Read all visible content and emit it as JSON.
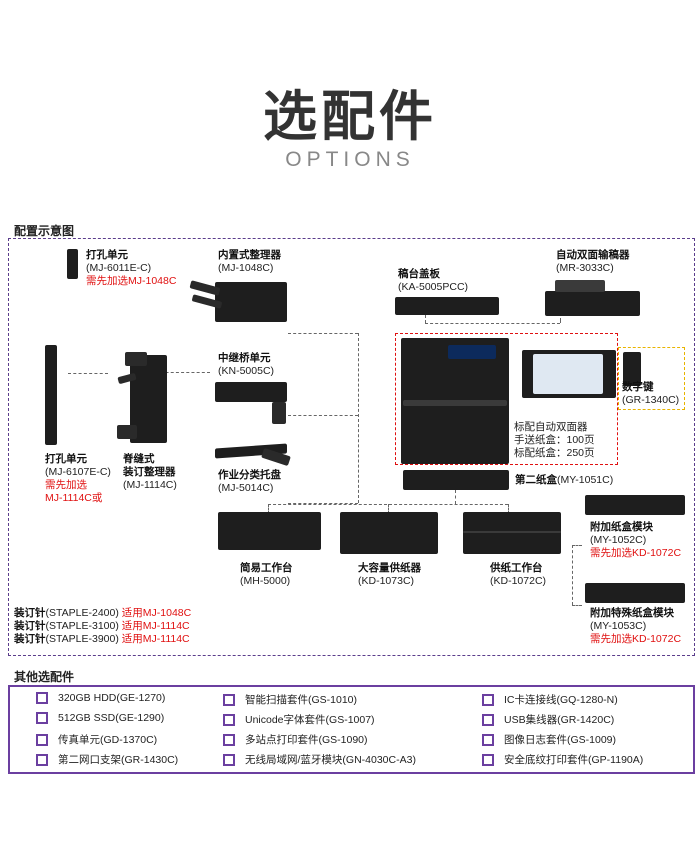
{
  "header": {
    "title": "选配件",
    "subtitle": "OPTIONS"
  },
  "diagram": {
    "heading": "配置示意图",
    "items": {
      "punch_small": {
        "name": "打孔单元",
        "code": "(MJ-6011E-C)",
        "note": "需先加选MJ-1048C"
      },
      "inner_finisher": {
        "name": "内置式整理器",
        "code": "(MJ-1048C)"
      },
      "platen_cover": {
        "name": "稿台盖板",
        "code": "(KA-5005PCC)"
      },
      "adf": {
        "name": "自动双面输稿器",
        "code": "(MR-3033C)"
      },
      "bridge": {
        "name": "中继桥单元",
        "code": "(KN-5005C)"
      },
      "keypad": {
        "name": "数字键",
        "code": "(GR-1340C)"
      },
      "standard": {
        "line1": "标配自动双面器",
        "line2": "手送纸盒：100页",
        "line3": "标配纸盒：250页"
      },
      "second_drawer": {
        "name": "第二纸盒",
        "code": "(MY-1051C)"
      },
      "punch_large": {
        "name": "打孔单元",
        "code": "(MJ-6107E-C)",
        "note1": "需先加选",
        "note2": "MJ-1114C或"
      },
      "saddle_finisher": {
        "name1": "脊缝式",
        "name2": "装订整理器",
        "code": "(MJ-1114C)"
      },
      "job_tray": {
        "name": "作业分类托盘",
        "code": "(MJ-5014C)"
      },
      "simple_stand": {
        "name": "简易工作台",
        "code": "(MH-5000)"
      },
      "lcf": {
        "name": "大容量供纸器",
        "code": "(KD-1073C)"
      },
      "feed_stand": {
        "name": "供纸工作台",
        "code": "(KD-1072C)"
      },
      "extra_drawer": {
        "name": "附加纸盒模块",
        "code": "(MY-1052C)",
        "note": "需先加选KD-1072C"
      },
      "special_drawer": {
        "name": "附加特殊纸盒模块",
        "code": "(MY-1053C)",
        "note": "需先加选KD-1072C"
      }
    },
    "staples": [
      {
        "name": "装订针",
        "code": "(STAPLE-2400)",
        "note": "适用MJ-1048C"
      },
      {
        "name": "装订针",
        "code": "(STAPLE-3100)",
        "note": "适用MJ-1114C"
      },
      {
        "name": "装订针",
        "code": "(STAPLE-3900)",
        "note": "适用MJ-1114C"
      }
    ]
  },
  "other": {
    "heading": "其他选配件",
    "options": [
      "320GB  HDD(GE-1270)",
      "智能扫描套件(GS-1010)",
      "IC卡连接线(GQ-1280-N)",
      "512GB   SSD(GE-1290)",
      "Unicode字体套件(GS-1007)",
      "USB集线器(GR-1420C)",
      "传真单元(GD-1370C)",
      "多站点打印套件(GS-1090)",
      "图像日志套件(GS-1009)",
      "第二网口支架(GR-1430C)",
      "无线局域网/蓝牙模块(GN-4030C-A3)",
      "安全底纹打印套件(GP-1190A)"
    ]
  },
  "colors": {
    "accent": "#6b3fa0",
    "note": "#e01010",
    "keypad_box": "#e8b400"
  }
}
